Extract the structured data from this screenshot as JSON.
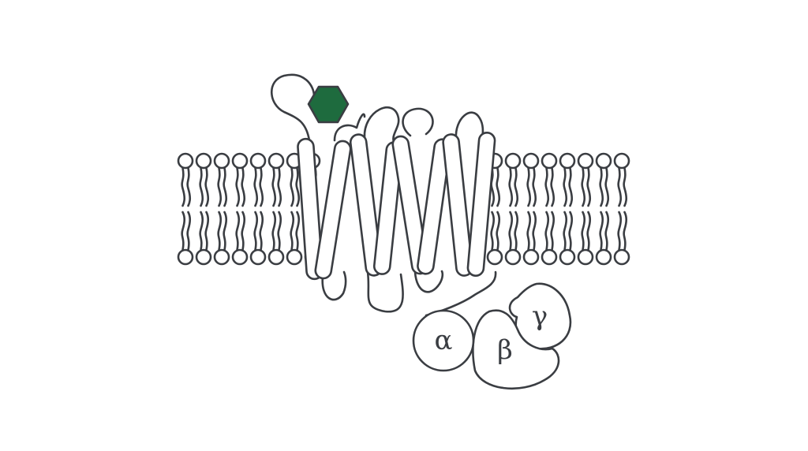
{
  "labels": {
    "alpha": "α",
    "beta": "β",
    "gamma": "γ"
  },
  "colors": {
    "outline": "#3a3d42",
    "ligand": "#1e6b3e",
    "background": "#ffffff"
  }
}
